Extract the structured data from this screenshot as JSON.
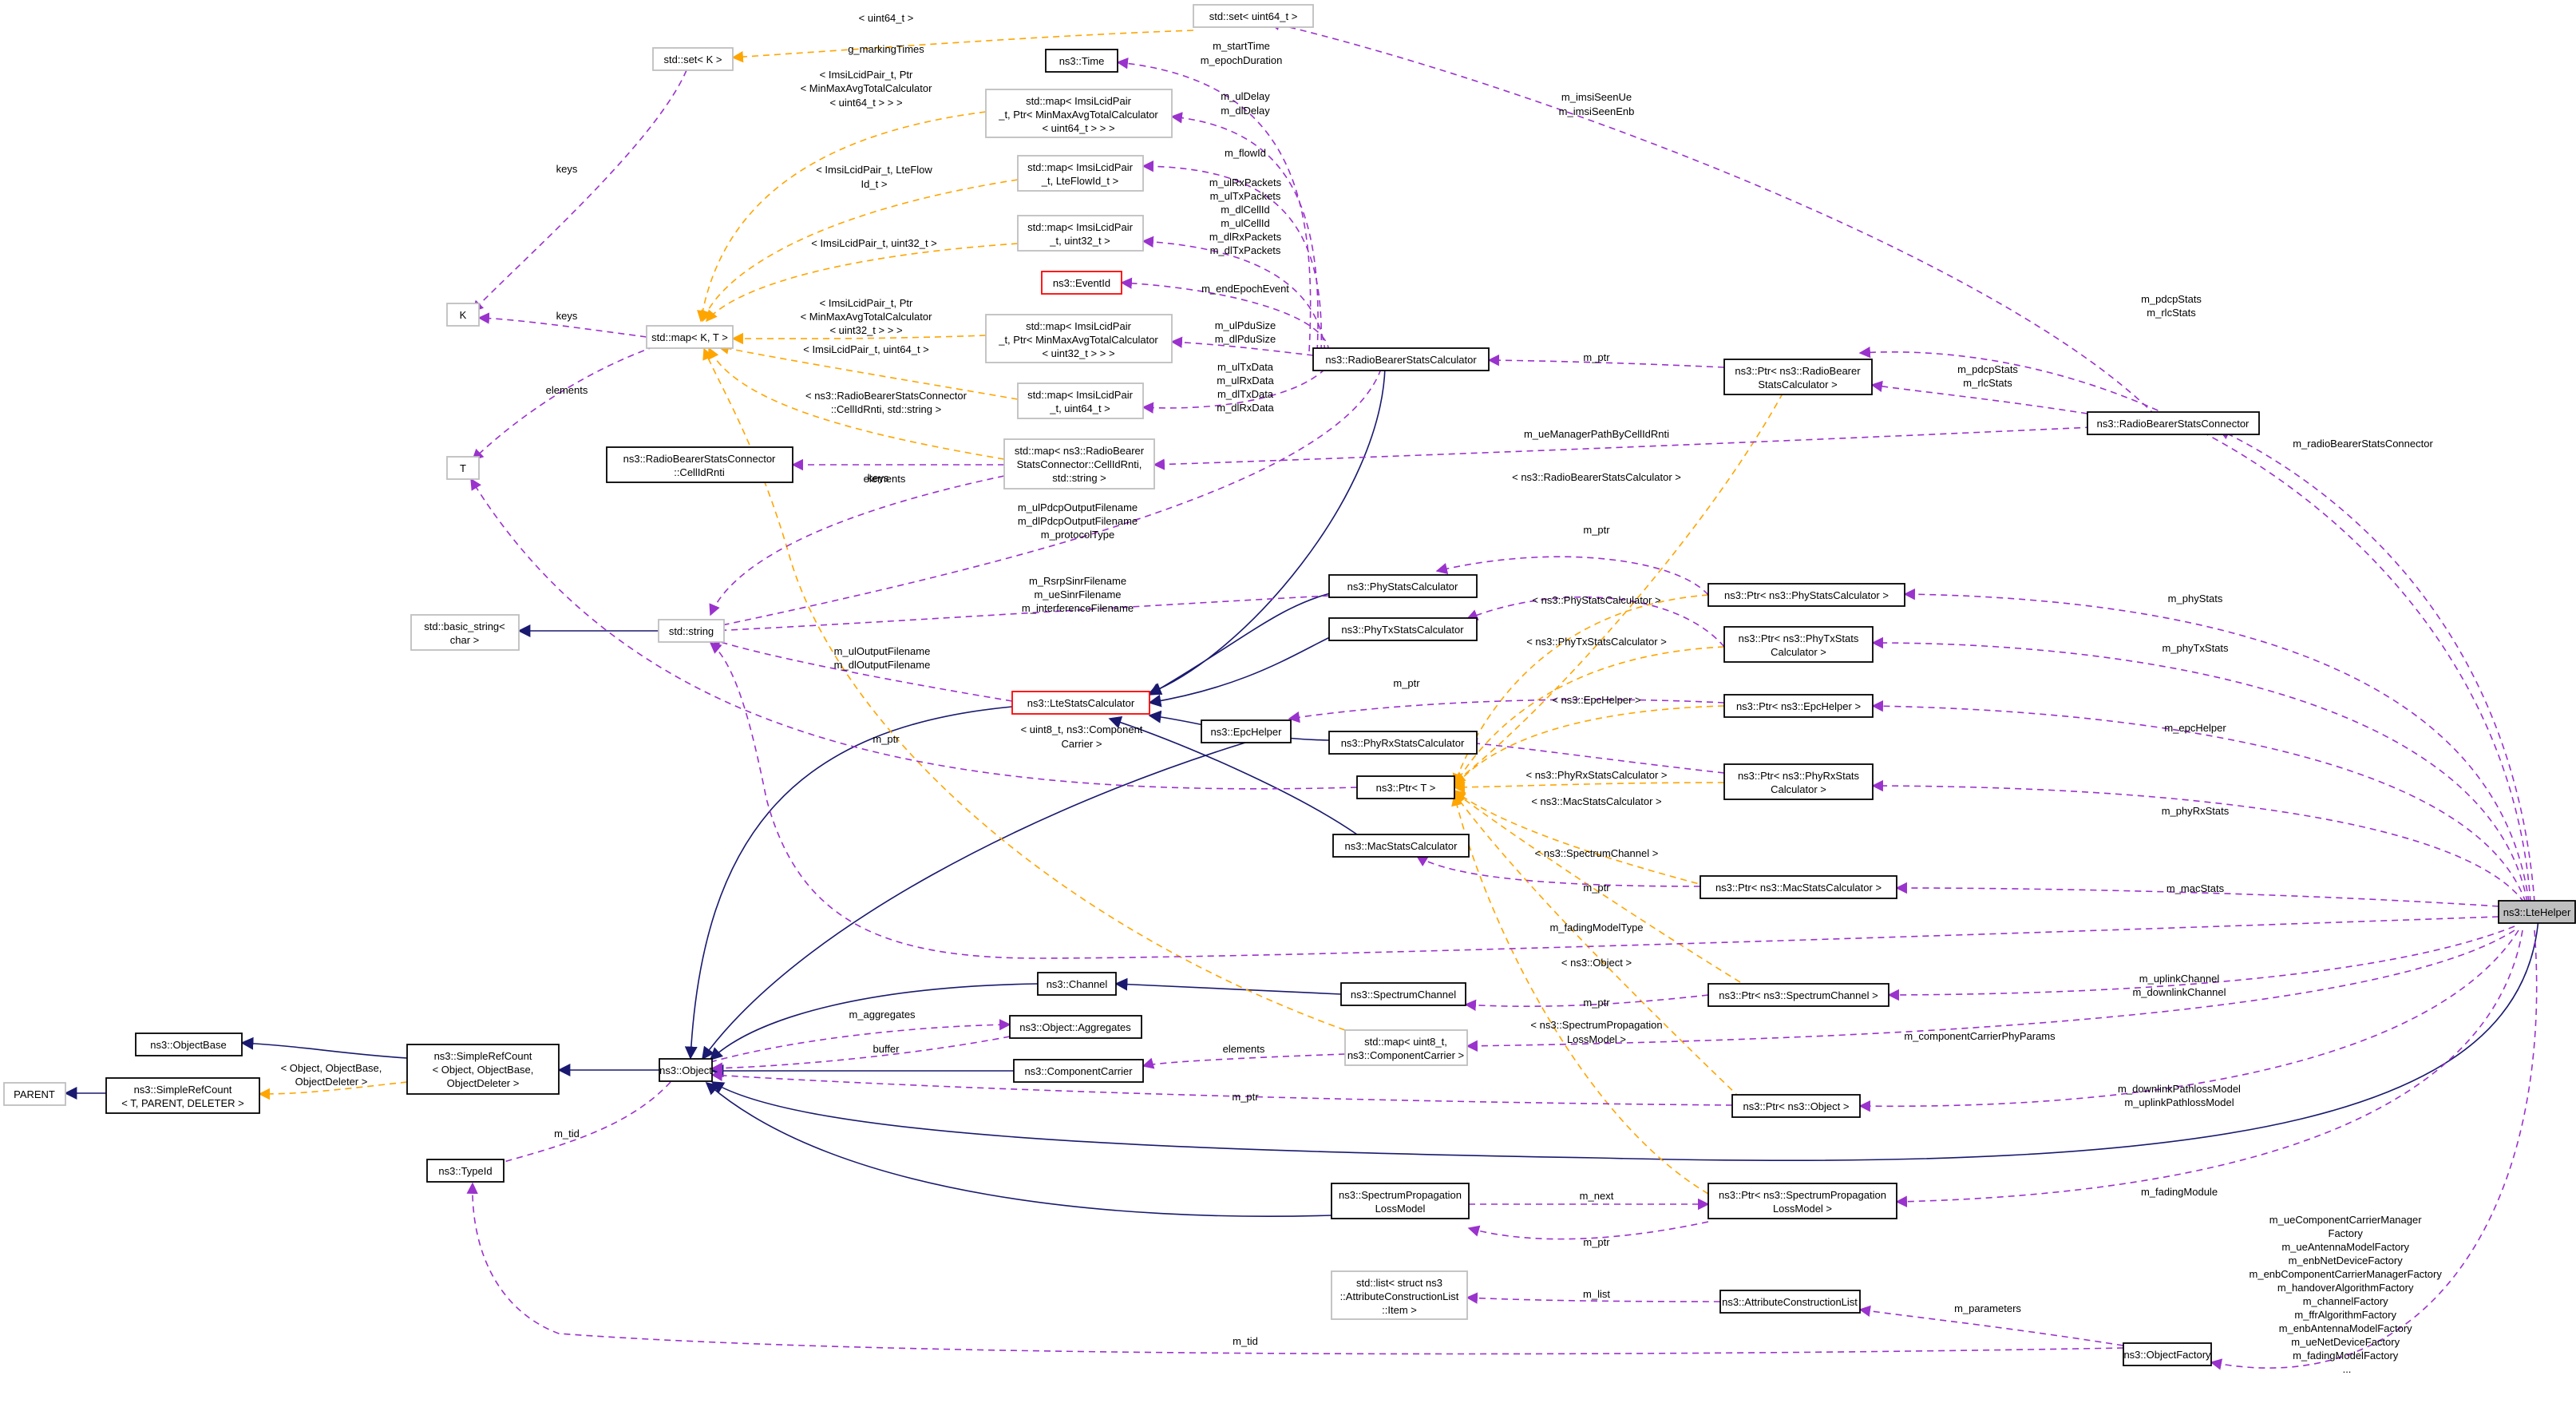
{
  "nodes": {
    "lte_helper": "ns3::LteHelper",
    "set_k": "std::set< K >",
    "set_uint64": "std::set< uint64_t >",
    "time": "ns3::Time",
    "map_minmax_uint64": [
      "std::map< ImsiLcidPair",
      "_t, Ptr< MinMaxAvgTotalCalculator",
      "< uint64_t > > >"
    ],
    "map_flowid": [
      "std::map< ImsiLcidPair",
      "_t, LteFlowId_t >"
    ],
    "map_uint32": [
      "std::map< ImsiLcidPair",
      "_t, uint32_t >"
    ],
    "eventid": "ns3::EventId",
    "k": "K",
    "map_kt": "std::map< K, T >",
    "map_minmax_uint32": [
      "std::map< ImsiLcidPair",
      "_t, Ptr< MinMaxAvgTotalCalculator",
      "< uint32_t > > >"
    ],
    "map_uint64": [
      "std::map< ImsiLcidPair",
      "_t, uint64_t >"
    ],
    "rb_stats_calc": "ns3::RadioBearerStatsCalculator",
    "ptr_rb_stats_calc": [
      "ns3::Ptr< ns3::RadioBearer",
      "StatsCalculator >"
    ],
    "rb_stats_connector": "ns3::RadioBearerStatsConnector",
    "cellid_rnti": [
      "ns3::RadioBearerStatsConnector",
      "::CellIdRnti"
    ],
    "map_cellid_rnti": [
      "std::map< ns3::RadioBearer",
      "StatsConnector::CellIdRnti,",
      "std::string >"
    ],
    "t": "T",
    "basic_string": [
      "std::basic_string<",
      "char >"
    ],
    "string": "std::string",
    "phy_stats_calc": "ns3::PhyStatsCalculator",
    "phy_tx_stats_calc": "ns3::PhyTxStatsCalculator",
    "ptr_phy_stats": "ns3::Ptr< ns3::PhyStatsCalculator >",
    "ptr_phy_tx_stats": [
      "ns3::Ptr< ns3::PhyTxStats",
      "Calculator >"
    ],
    "lte_stats_calc": "ns3::LteStatsCalculator",
    "epc_helper": "ns3::EpcHelper",
    "ptr_epc_helper": "ns3::Ptr< ns3::EpcHelper >",
    "phy_rx_stats_calc": "ns3::PhyRxStatsCalculator",
    "ptr_t": "ns3::Ptr< T >",
    "ptr_phy_rx_stats": [
      "ns3::Ptr< ns3::PhyRxStats",
      "Calculator >"
    ],
    "mac_stats_calc": "ns3::MacStatsCalculator",
    "ptr_mac_stats": "ns3::Ptr< ns3::MacStatsCalculator >",
    "channel": "ns3::Channel",
    "spectrum_channel": "ns3::SpectrumChannel",
    "ptr_spectrum_channel": "ns3::Ptr< ns3::SpectrumChannel >",
    "object_base": "ns3::ObjectBase",
    "simple_ref_count_obj": [
      "ns3::SimpleRefCount",
      "< Object, ObjectBase,",
      "ObjectDeleter >"
    ],
    "aggregates": "ns3::Object::Aggregates",
    "parent": "PARENT",
    "simple_ref_count_t": [
      "ns3::SimpleRefCount",
      "< T, PARENT, DELETER >"
    ],
    "object": "ns3::Object",
    "component_carrier": "ns3::ComponentCarrier",
    "map_component_carrier": [
      "std::map< uint8_t,",
      "ns3::ComponentCarrier >"
    ],
    "ptr_object": "ns3::Ptr< ns3::Object >",
    "type_id": "ns3::TypeId",
    "spl_model": [
      "ns3::SpectrumPropagation",
      "LossModel"
    ],
    "ptr_spl_model": [
      "ns3::Ptr< ns3::SpectrumPropagation",
      "LossModel >"
    ],
    "list_item": [
      "std::list< struct ns3",
      "::AttributeConstructionList",
      "::Item >"
    ],
    "attr_construction_list": "ns3::AttributeConstructionList",
    "object_factory": "ns3::ObjectFactory"
  },
  "labels": {
    "uint64_t": "< uint64_t >",
    "g_markingTimes": "g_markingTimes",
    "keys1": "keys",
    "keys2": "keys",
    "keys3": "keys",
    "elements1": "elements",
    "elements2": "elements",
    "elements3": "elements",
    "minmax64": [
      "< ImsiLcidPair_t, Ptr",
      "< MinMaxAvgTotalCalculator",
      "< uint64_t > > >"
    ],
    "flowid": [
      "< ImsiLcidPair_t, LteFlow",
      "Id_t >"
    ],
    "uint32": "< ImsiLcidPair_t, uint32_t >",
    "minmax32": [
      "< ImsiLcidPair_t, Ptr",
      "< MinMaxAvgTotalCalculator",
      "< uint32_t > > >"
    ],
    "uint64pair": "< ImsiLcidPair_t, uint64_t >",
    "cellid_tmpl": [
      "< ns3::RadioBearerStatsConnector",
      "::CellIdRnti, std::string >"
    ],
    "start_epoch": [
      "m_startTime",
      "m_epochDuration"
    ],
    "ul_dl_delay": [
      "m_ulDelay",
      "m_dlDelay"
    ],
    "flow_id": "m_flowId",
    "packets": [
      "m_ulRxPackets",
      "m_ulTxPackets",
      "m_dlCellId",
      "m_ulCellId",
      "m_dlRxPackets",
      "m_dlTxPackets"
    ],
    "end_epoch": "m_endEpochEvent",
    "pdu_size": [
      "m_ulPduSize",
      "m_dlPduSize"
    ],
    "tx_rx_data": [
      "m_ulTxData",
      "m_ulRxData",
      "m_dlTxData",
      "m_dlRxData"
    ],
    "m_ptr_rb": "m_ptr",
    "imsi_seen": [
      "m_imsiSeenUe",
      "m_imsiSeenEnb"
    ],
    "pdcp_rlc_top": [
      "m_pdcpStats",
      "m_rlcStats"
    ],
    "pdcp_rlc_conn": [
      "m_pdcpStats",
      "m_rlcStats"
    ],
    "ue_manager_path": "m_ueManagerPathByCellIdRnti",
    "rb_stats_connector_lbl": "m_radioBearerStatsConnector",
    "tmpl_rb_stats_calc": "< ns3::RadioBearerStatsCalculator >",
    "output_filenames": [
      "m_ulPdcpOutputFilename",
      "m_dlPdcpOutputFilename",
      "m_protocolType"
    ],
    "rsrp_filenames": [
      "m_RsrpSinrFilename",
      "m_ueSinrFilename",
      "m_interferenceFilename"
    ],
    "ul_dl_output": [
      "m_ulOutputFilename",
      "m_dlOutputFilename"
    ],
    "m_ptr_phy": "m_ptr",
    "tmpl_phy_stats": "< ns3::PhyStatsCalculator >",
    "tmpl_phy_tx_stats": "< ns3::PhyTxStatsCalculator >",
    "m_ptr_epc": "m_ptr",
    "tmpl_epc": "< ns3::EpcHelper >",
    "tmpl_phy_rx": "< ns3::PhyRxStatsCalculator >",
    "tmpl_mac": "< ns3::MacStatsCalculator >",
    "m_ptr_t": "m_ptr",
    "tmpl_cc": [
      "< uint8_t, ns3::Component",
      "Carrier >"
    ],
    "m_ptr_mac": "m_ptr",
    "tmpl_spectrum_channel": "< ns3::SpectrumChannel >",
    "phy_stats": "m_phyStats",
    "phy_tx_stats": "m_phyTxStats",
    "epc_helper_lbl": "m_epcHelper",
    "phy_rx_stats": "m_phyRxStats",
    "mac_stats": "m_macStats",
    "fading_model_type": "m_fadingModelType",
    "ul_dl_channel": [
      "m_uplinkChannel",
      "m_downlinkChannel"
    ],
    "cc_phy_params": "m_componentCarrierPhyParams",
    "tmpl_object": "< ns3::Object >",
    "m_ptr_spectrum": "m_ptr",
    "tmpl_spl": [
      "< ns3::SpectrumPropagation",
      "LossModel >"
    ],
    "m_aggregates": "m_aggregates",
    "buffer": "buffer",
    "tmpl_object_base": [
      "< Object, ObjectBase,",
      "ObjectDeleter >"
    ],
    "m_ptr_object": "m_ptr",
    "pathloss": [
      "m_downlinkPathlossModel",
      "m_uplinkPathlossModel"
    ],
    "m_tid1": "m_tid",
    "m_tid2": "m_tid",
    "m_next": "m_next",
    "m_ptr_spl": "m_ptr",
    "fading_module": "m_fadingModule",
    "m_list": "m_list",
    "m_parameters": "m_parameters",
    "factories": [
      "m_ueComponentCarrierManager",
      "Factory",
      "m_ueAntennaModelFactory",
      "m_enbNetDeviceFactory",
      "m_enbComponentCarrierManagerFactory",
      "m_handoverAlgorithmFactory",
      "m_channelFactory",
      "m_ffrAlgorithmFactory",
      "m_enbAntennaModelFactory",
      "m_ueNetDeviceFactory",
      "m_fadingModelFactory",
      "..."
    ]
  },
  "colors": {
    "usage_edge": "#9a32cd",
    "template_edge": "#ffa500",
    "inherit_edge": "#191970",
    "external_node_border": "#bfbfbf",
    "undocumented_node_border": "#ff0000",
    "highlight_node_fill": "#bfbfbf"
  }
}
